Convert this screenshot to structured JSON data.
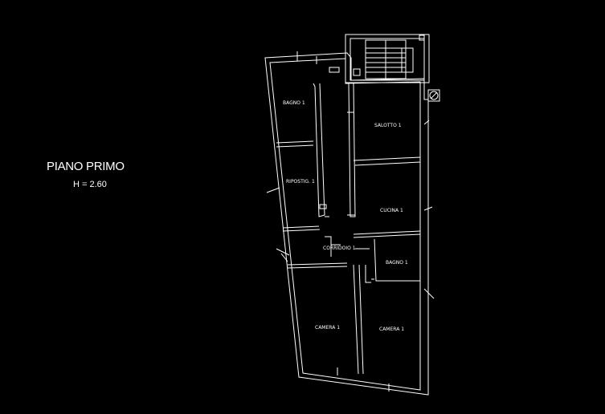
{
  "floor": {
    "title": "PIANO PRIMO",
    "height_label": "H = 2.60"
  },
  "rooms": [
    {
      "key": "bagno_1_top",
      "label": "BAGNO 1"
    },
    {
      "key": "salotto",
      "label": "SALOTTO 1"
    },
    {
      "key": "ripostiglio",
      "label": "RIPOSTIG. 1"
    },
    {
      "key": "cucina",
      "label": "CUCINA 1"
    },
    {
      "key": "corridoio",
      "label": "CORRIDOIO 1"
    },
    {
      "key": "bagno_1_right",
      "label": "BAGNO 1"
    },
    {
      "key": "camera_left",
      "label": "CAMERA 1"
    },
    {
      "key": "camera_right",
      "label": "CAMERA 1"
    }
  ],
  "colors": {
    "background": "#000000",
    "lines": "#ffffff"
  }
}
